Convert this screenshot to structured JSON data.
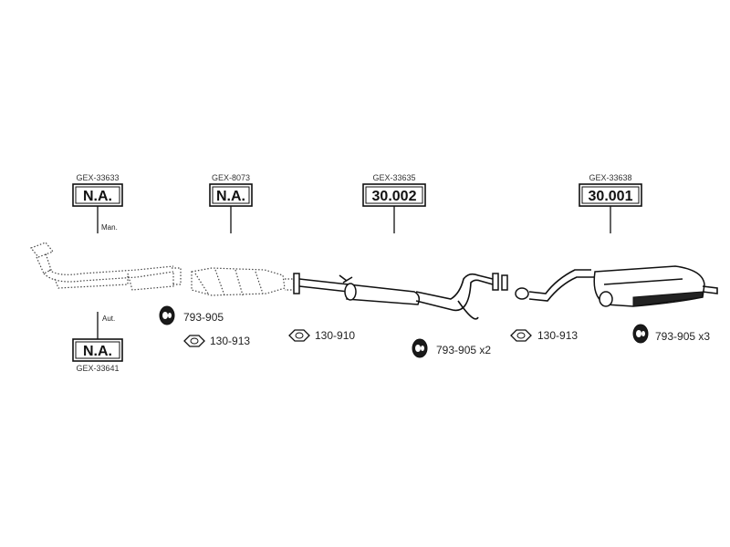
{
  "sections": [
    {
      "code": "GEX-33633",
      "box": "N.A.",
      "note": "Man."
    },
    {
      "code": "GEX-8073",
      "box": "N.A."
    },
    {
      "code": "GEX-33635",
      "box": "30.002"
    },
    {
      "code": "GEX-33638",
      "box": "30.001"
    },
    {
      "code": "GEX-33641",
      "box": "N.A.",
      "note": "Aut."
    }
  ],
  "parts": [
    {
      "label": "793-905",
      "icon": "rubber-hanger-icon"
    },
    {
      "label": "130-913",
      "icon": "gasket-icon"
    },
    {
      "label": "130-910",
      "icon": "gasket-icon"
    },
    {
      "label": "793-905 x2",
      "icon": "rubber-hanger-icon"
    },
    {
      "label": "130-913",
      "icon": "gasket-icon"
    },
    {
      "label": "793-905 x3",
      "icon": "rubber-hanger-icon"
    }
  ]
}
